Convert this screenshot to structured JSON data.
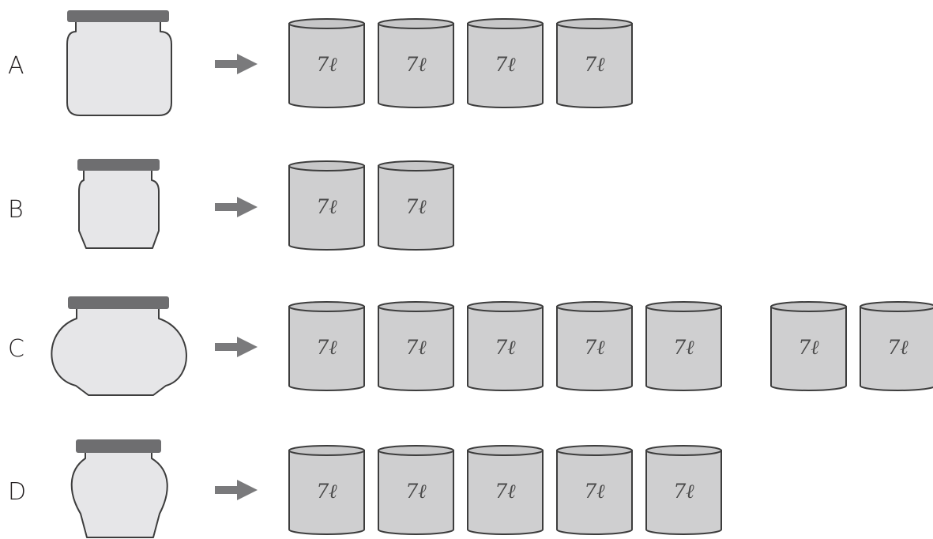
{
  "colors": {
    "jar_fill": "#e6e6e8",
    "jar_outline": "#3d3d3d",
    "lid": "#6e6e70",
    "can_fill": "#cfcfd0",
    "arrow": "#7a7a7c",
    "text": "#231f20"
  },
  "rows": [
    {
      "label": "A",
      "jar_shape": "wide-shoulder-jar",
      "cans": [
        "7ℓ",
        "7ℓ",
        "7ℓ",
        "7ℓ"
      ]
    },
    {
      "label": "B",
      "jar_shape": "small-tapered-jar",
      "cans": [
        "7ℓ",
        "7ℓ"
      ]
    },
    {
      "label": "C",
      "jar_shape": "round-pot-jar",
      "cans": [
        "7ℓ",
        "7ℓ",
        "7ℓ",
        "7ℓ",
        "7ℓ",
        "7ℓ",
        "7ℓ"
      ]
    },
    {
      "label": "D",
      "jar_shape": "vase-jar",
      "cans": [
        "7ℓ",
        "7ℓ",
        "7ℓ",
        "7ℓ",
        "7ℓ"
      ]
    }
  ]
}
